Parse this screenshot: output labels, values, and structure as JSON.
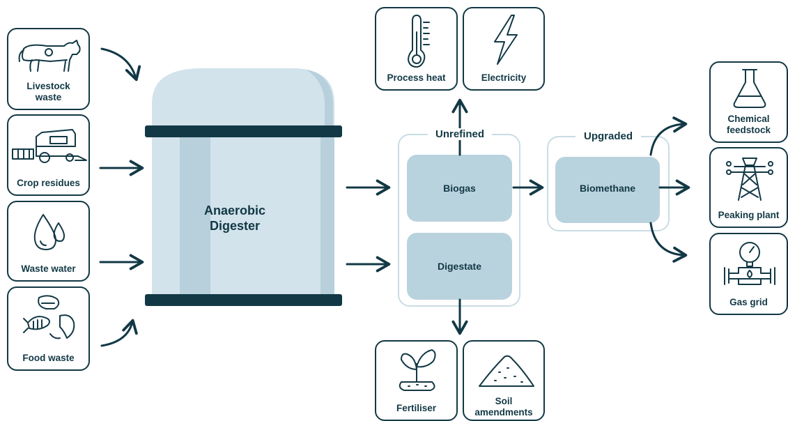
{
  "inputs": [
    {
      "label": "Livestock\nwaste",
      "icon": "cow-icon"
    },
    {
      "label": "Crop residues",
      "icon": "harvester-icon"
    },
    {
      "label": "Waste water",
      "icon": "water-drops-icon"
    },
    {
      "label": "Food waste",
      "icon": "food-scraps-icon"
    }
  ],
  "digester": {
    "label": "Anaerobic\nDigester"
  },
  "unrefined": {
    "group_label": "Unrefined",
    "biogas": "Biogas",
    "digestate": "Digestate"
  },
  "upgraded": {
    "group_label": "Upgraded",
    "biomethane": "Biomethane"
  },
  "biogas_uses": [
    {
      "label": "Process heat",
      "icon": "thermometer-icon"
    },
    {
      "label": "Electricity",
      "icon": "lightning-icon"
    }
  ],
  "digestate_uses": [
    {
      "label": "Fertiliser",
      "icon": "sprout-icon"
    },
    {
      "label": "Soil\namendments",
      "icon": "soil-pile-icon"
    }
  ],
  "biomethane_uses": [
    {
      "label": "Chemical\nfeedstock",
      "icon": "flask-icon"
    },
    {
      "label": "Peaking plant",
      "icon": "pylon-icon"
    },
    {
      "label": "Gas grid",
      "icon": "pipe-gauge-icon"
    }
  ],
  "colors": {
    "dark": "#123845",
    "tank_light": "#d2e3eb",
    "tank_stripe": "#b7d0dc",
    "node_fill": "#b9d3de",
    "group_border": "#c9dce4"
  }
}
